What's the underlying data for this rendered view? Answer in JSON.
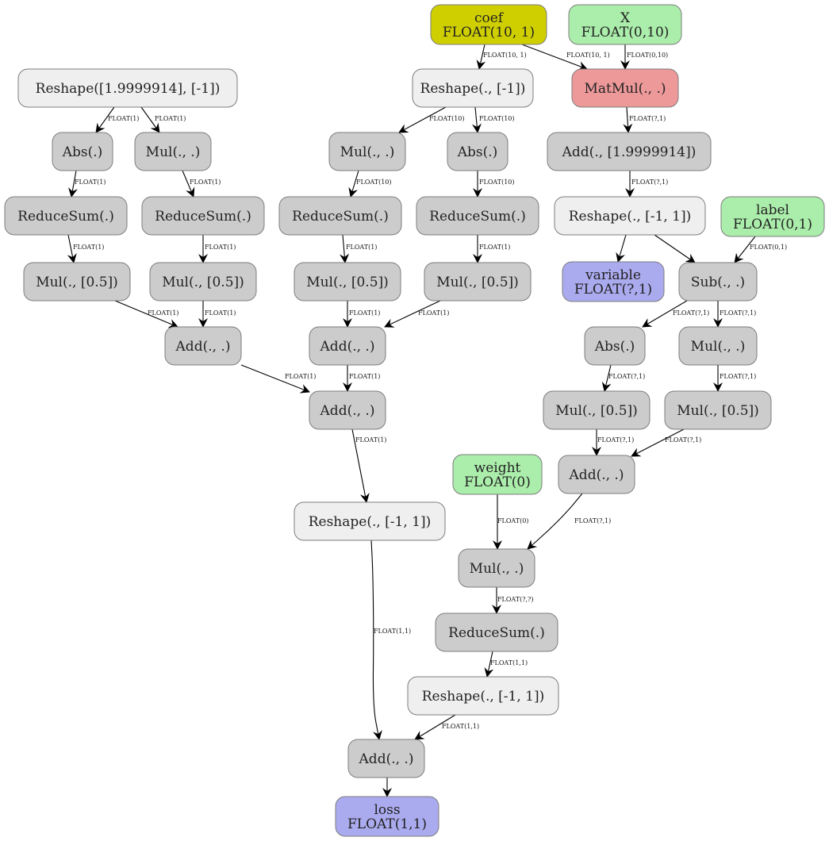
{
  "colors": {
    "op": "#cccccc",
    "reshape": "#efefef",
    "input": "#abedab",
    "output": "#aaaaee",
    "coef": "#cfcf00",
    "matmul": "#ee9999",
    "border": "#7d7d7d",
    "edge": "#000000"
  },
  "nodes": [
    {
      "id": "coef",
      "style": "coef",
      "lines": [
        "coef",
        "FLOAT(10, 1)"
      ]
    },
    {
      "id": "X",
      "style": "input",
      "lines": [
        "X",
        "FLOAT(0,10)"
      ]
    },
    {
      "id": "reshape_const",
      "style": "reshape",
      "lines": [
        "Reshape([1.9999914], [-1])"
      ]
    },
    {
      "id": "reshape_coef",
      "style": "reshape",
      "lines": [
        "Reshape(., [-1])"
      ]
    },
    {
      "id": "matmul",
      "style": "matmul",
      "lines": [
        "MatMul(., .)"
      ]
    },
    {
      "id": "abs1",
      "style": "op",
      "lines": [
        "Abs(.)"
      ]
    },
    {
      "id": "mul1",
      "style": "op",
      "lines": [
        "Mul(., .)"
      ]
    },
    {
      "id": "mul2",
      "style": "op",
      "lines": [
        "Mul(., .)"
      ]
    },
    {
      "id": "abs2",
      "style": "op",
      "lines": [
        "Abs(.)"
      ]
    },
    {
      "id": "add_bias",
      "style": "op",
      "lines": [
        "Add(., [1.9999914])"
      ]
    },
    {
      "id": "rsum1",
      "style": "op",
      "lines": [
        "ReduceSum(.)"
      ]
    },
    {
      "id": "rsum2",
      "style": "op",
      "lines": [
        "ReduceSum(.)"
      ]
    },
    {
      "id": "rsum3",
      "style": "op",
      "lines": [
        "ReduceSum(.)"
      ]
    },
    {
      "id": "rsum4",
      "style": "op",
      "lines": [
        "ReduceSum(.)"
      ]
    },
    {
      "id": "reshape_pred",
      "style": "reshape",
      "lines": [
        "Reshape(., [-1, 1])"
      ]
    },
    {
      "id": "label",
      "style": "input",
      "lines": [
        "label",
        "FLOAT(0,1)"
      ]
    },
    {
      "id": "mh1",
      "style": "op",
      "lines": [
        "Mul(., [0.5])"
      ]
    },
    {
      "id": "mh2",
      "style": "op",
      "lines": [
        "Mul(., [0.5])"
      ]
    },
    {
      "id": "mh3",
      "style": "op",
      "lines": [
        "Mul(., [0.5])"
      ]
    },
    {
      "id": "mh4",
      "style": "op",
      "lines": [
        "Mul(., [0.5])"
      ]
    },
    {
      "id": "variable",
      "style": "output",
      "lines": [
        "variable",
        "FLOAT(?,1)"
      ]
    },
    {
      "id": "sub",
      "style": "op",
      "lines": [
        "Sub(., .)"
      ]
    },
    {
      "id": "add1",
      "style": "op",
      "lines": [
        "Add(., .)"
      ]
    },
    {
      "id": "add2",
      "style": "op",
      "lines": [
        "Add(., .)"
      ]
    },
    {
      "id": "abs3",
      "style": "op",
      "lines": [
        "Abs(.)"
      ]
    },
    {
      "id": "mul3",
      "style": "op",
      "lines": [
        "Mul(., .)"
      ]
    },
    {
      "id": "add3",
      "style": "op",
      "lines": [
        "Add(., .)"
      ]
    },
    {
      "id": "mh5",
      "style": "op",
      "lines": [
        "Mul(., [0.5])"
      ]
    },
    {
      "id": "mh6",
      "style": "op",
      "lines": [
        "Mul(., [0.5])"
      ]
    },
    {
      "id": "weight",
      "style": "input",
      "lines": [
        "weight",
        "FLOAT(0)"
      ]
    },
    {
      "id": "add4",
      "style": "op",
      "lines": [
        "Add(., .)"
      ]
    },
    {
      "id": "reshape_reg",
      "style": "reshape",
      "lines": [
        "Reshape(., [-1, 1])"
      ]
    },
    {
      "id": "mulw",
      "style": "op",
      "lines": [
        "Mul(., .)"
      ]
    },
    {
      "id": "rsum5",
      "style": "op",
      "lines": [
        "ReduceSum(.)"
      ]
    },
    {
      "id": "reshape_err",
      "style": "reshape",
      "lines": [
        "Reshape(., [-1, 1])"
      ]
    },
    {
      "id": "add_final",
      "style": "op",
      "lines": [
        "Add(., .)"
      ]
    },
    {
      "id": "loss",
      "style": "output",
      "lines": [
        "loss",
        "FLOAT(1,1)"
      ]
    }
  ],
  "edges": [
    {
      "from": "coef",
      "to": "reshape_coef",
      "label": "FLOAT(10, 1)"
    },
    {
      "from": "coef",
      "to": "matmul",
      "label": "FLOAT(10, 1)"
    },
    {
      "from": "X",
      "to": "matmul",
      "label": "FLOAT(0,10)"
    },
    {
      "from": "reshape_const",
      "to": "abs1",
      "label": "FLOAT(1)"
    },
    {
      "from": "reshape_const",
      "to": "mul1",
      "label": "FLOAT(1)"
    },
    {
      "from": "reshape_coef",
      "to": "mul2",
      "label": "FLOAT(10)"
    },
    {
      "from": "reshape_coef",
      "to": "abs2",
      "label": "FLOAT(10)"
    },
    {
      "from": "matmul",
      "to": "add_bias",
      "label": "FLOAT(?,1)"
    },
    {
      "from": "abs1",
      "to": "rsum1",
      "label": "FLOAT(1)"
    },
    {
      "from": "mul1",
      "to": "rsum2",
      "label": "FLOAT(1)"
    },
    {
      "from": "mul2",
      "to": "rsum3",
      "label": "FLOAT(10)"
    },
    {
      "from": "abs2",
      "to": "rsum4",
      "label": "FLOAT(10)"
    },
    {
      "from": "add_bias",
      "to": "reshape_pred",
      "label": "FLOAT(?,1)"
    },
    {
      "from": "rsum1",
      "to": "mh1",
      "label": "FLOAT(1)"
    },
    {
      "from": "rsum2",
      "to": "mh2",
      "label": "FLOAT(1)"
    },
    {
      "from": "rsum3",
      "to": "mh3",
      "label": "FLOAT(1)"
    },
    {
      "from": "rsum4",
      "to": "mh4",
      "label": "FLOAT(1)"
    },
    {
      "from": "reshape_pred",
      "to": "variable",
      "label": ""
    },
    {
      "from": "reshape_pred",
      "to": "sub",
      "label": ""
    },
    {
      "from": "label",
      "to": "sub",
      "label": "FLOAT(0,1)"
    },
    {
      "from": "mh1",
      "to": "add1",
      "label": "FLOAT(1)"
    },
    {
      "from": "mh2",
      "to": "add1",
      "label": "FLOAT(1)"
    },
    {
      "from": "mh3",
      "to": "add2",
      "label": "FLOAT(1)"
    },
    {
      "from": "mh4",
      "to": "add2",
      "label": "FLOAT(1)"
    },
    {
      "from": "sub",
      "to": "abs3",
      "label": "FLOAT(?,1)"
    },
    {
      "from": "sub",
      "to": "mul3",
      "label": "FLOAT(?,1)"
    },
    {
      "from": "add1",
      "to": "add3",
      "label": "FLOAT(1)"
    },
    {
      "from": "add2",
      "to": "add3",
      "label": "FLOAT(1)"
    },
    {
      "from": "abs3",
      "to": "mh5",
      "label": "FLOAT(?,1)"
    },
    {
      "from": "mul3",
      "to": "mh6",
      "label": "FLOAT(?,1)"
    },
    {
      "from": "mh5",
      "to": "add4",
      "label": "FLOAT(?,1)"
    },
    {
      "from": "mh6",
      "to": "add4",
      "label": "FLOAT(?,1)"
    },
    {
      "from": "add3",
      "to": "reshape_reg",
      "label": "FLOAT(1)"
    },
    {
      "from": "weight",
      "to": "mulw",
      "label": "FLOAT(0)"
    },
    {
      "from": "add4",
      "to": "mulw",
      "label": "FLOAT(?,1)"
    },
    {
      "from": "mulw",
      "to": "rsum5",
      "label": "FLOAT(?,?)"
    },
    {
      "from": "rsum5",
      "to": "reshape_err",
      "label": "FLOAT(1,1)"
    },
    {
      "from": "reshape_reg",
      "to": "add_final",
      "label": "FLOAT(1,1)"
    },
    {
      "from": "reshape_err",
      "to": "add_final",
      "label": "FLOAT(1,1)"
    },
    {
      "from": "add_final",
      "to": "loss",
      "label": ""
    }
  ]
}
